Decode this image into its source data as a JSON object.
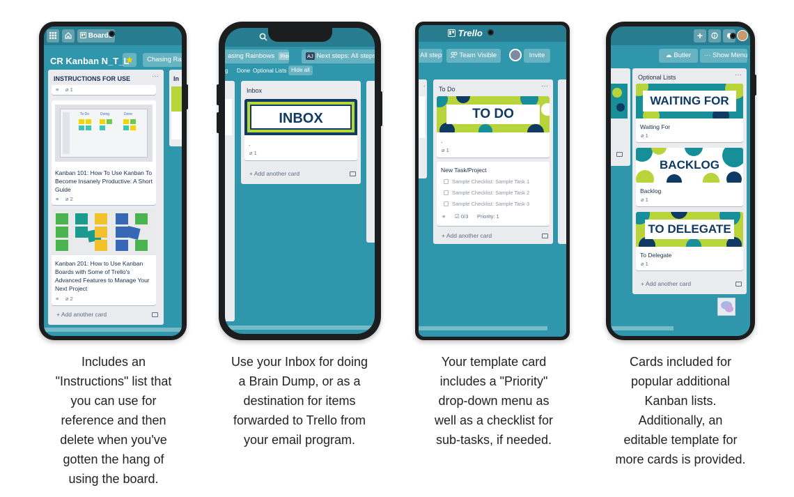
{
  "phone1": {
    "nav": {
      "boards_label": "Boards"
    },
    "board_title": "CR Kanban N_T_L",
    "chip_label": "Chasing Rain",
    "list": {
      "title": "INSTRUCTIONS FOR USE",
      "menu": "···",
      "top_badge": "1",
      "card1": {
        "title": "Kanban 101: How To Use Kanban To Become Insanely Productive: A Short Guide",
        "attachments": "2",
        "thumb_cols": [
          "To Do",
          "Doing",
          "Done"
        ]
      },
      "card2": {
        "title": "Kanban 201: How to Use Kanban Boards with Some of Trello's Advanced Features to Manage Your Next Project",
        "attachments": "2"
      },
      "add_card": "Add another card"
    },
    "next_list_prefix": "In"
  },
  "phone2": {
    "chip_label": "asing Rainbows",
    "free_badge": "Free",
    "aj_badge": "AJ",
    "next_steps": "Next steps: All steps",
    "filter_items": [
      "g",
      "Done",
      "Optional Lists"
    ],
    "hide_all": "Hide all",
    "list": {
      "title": "Inbox",
      "cover": "INBOX",
      "card_dot": ".",
      "attachments": "1",
      "add_card": "Add another card"
    }
  },
  "phone3": {
    "logo": "Trello",
    "chip_steps": "All steps",
    "team_visible": "Team Visible",
    "invite": "Invite",
    "list": {
      "title": "To Do",
      "menu": "···",
      "cover": "TO DO",
      "card_dot": ".",
      "attachments": "1",
      "task_card": {
        "title": "New Task/Project",
        "checklist": [
          "Sample Checklist: Sample Task 1",
          "Sample Checklist: Sample Task 2",
          "Sample Checklist: Sample Task 3"
        ],
        "checklist_count": "0/3",
        "priority": "Priority: 1"
      },
      "add_card": "Add another card"
    }
  },
  "phone4": {
    "butler": "Butler",
    "show_menu": "Show Menu",
    "list": {
      "title": "Optional Lists",
      "menu": "···",
      "cards": [
        {
          "cover": "WAITING FOR",
          "title": "Waiting For",
          "attachments": "1"
        },
        {
          "cover": "BACKLOG",
          "title": "Backlog",
          "attachments": "1"
        },
        {
          "cover": "TO DELEGATE",
          "title": "To Delegate",
          "attachments": "1"
        }
      ],
      "add_card": "Add another card"
    }
  },
  "captions": [
    "Includes an\n\"Instructions\" list that\nyou can use for\nreference and then\ndelete when you've\ngotten the hang of\nusing the board.",
    "Use your Inbox for doing\na Brain Dump, or as a\ndestination for items\nforwarded to Trello from\nyour email program.",
    "Your template card\nincludes a \"Priority\"\ndrop-down menu as\nwell as a checklist for\nsub-tasks, if needed.",
    "Cards included for\npopular additional\nKanban lists.\nAdditionally, an\neditable template for\nmore cards is provided."
  ],
  "colors": {
    "board_bg": "#2f96ab",
    "cover_navy": "#0e3a63",
    "cover_lime": "#b7d43a",
    "cover_teal": "#168f99",
    "star": "#f2d600"
  }
}
